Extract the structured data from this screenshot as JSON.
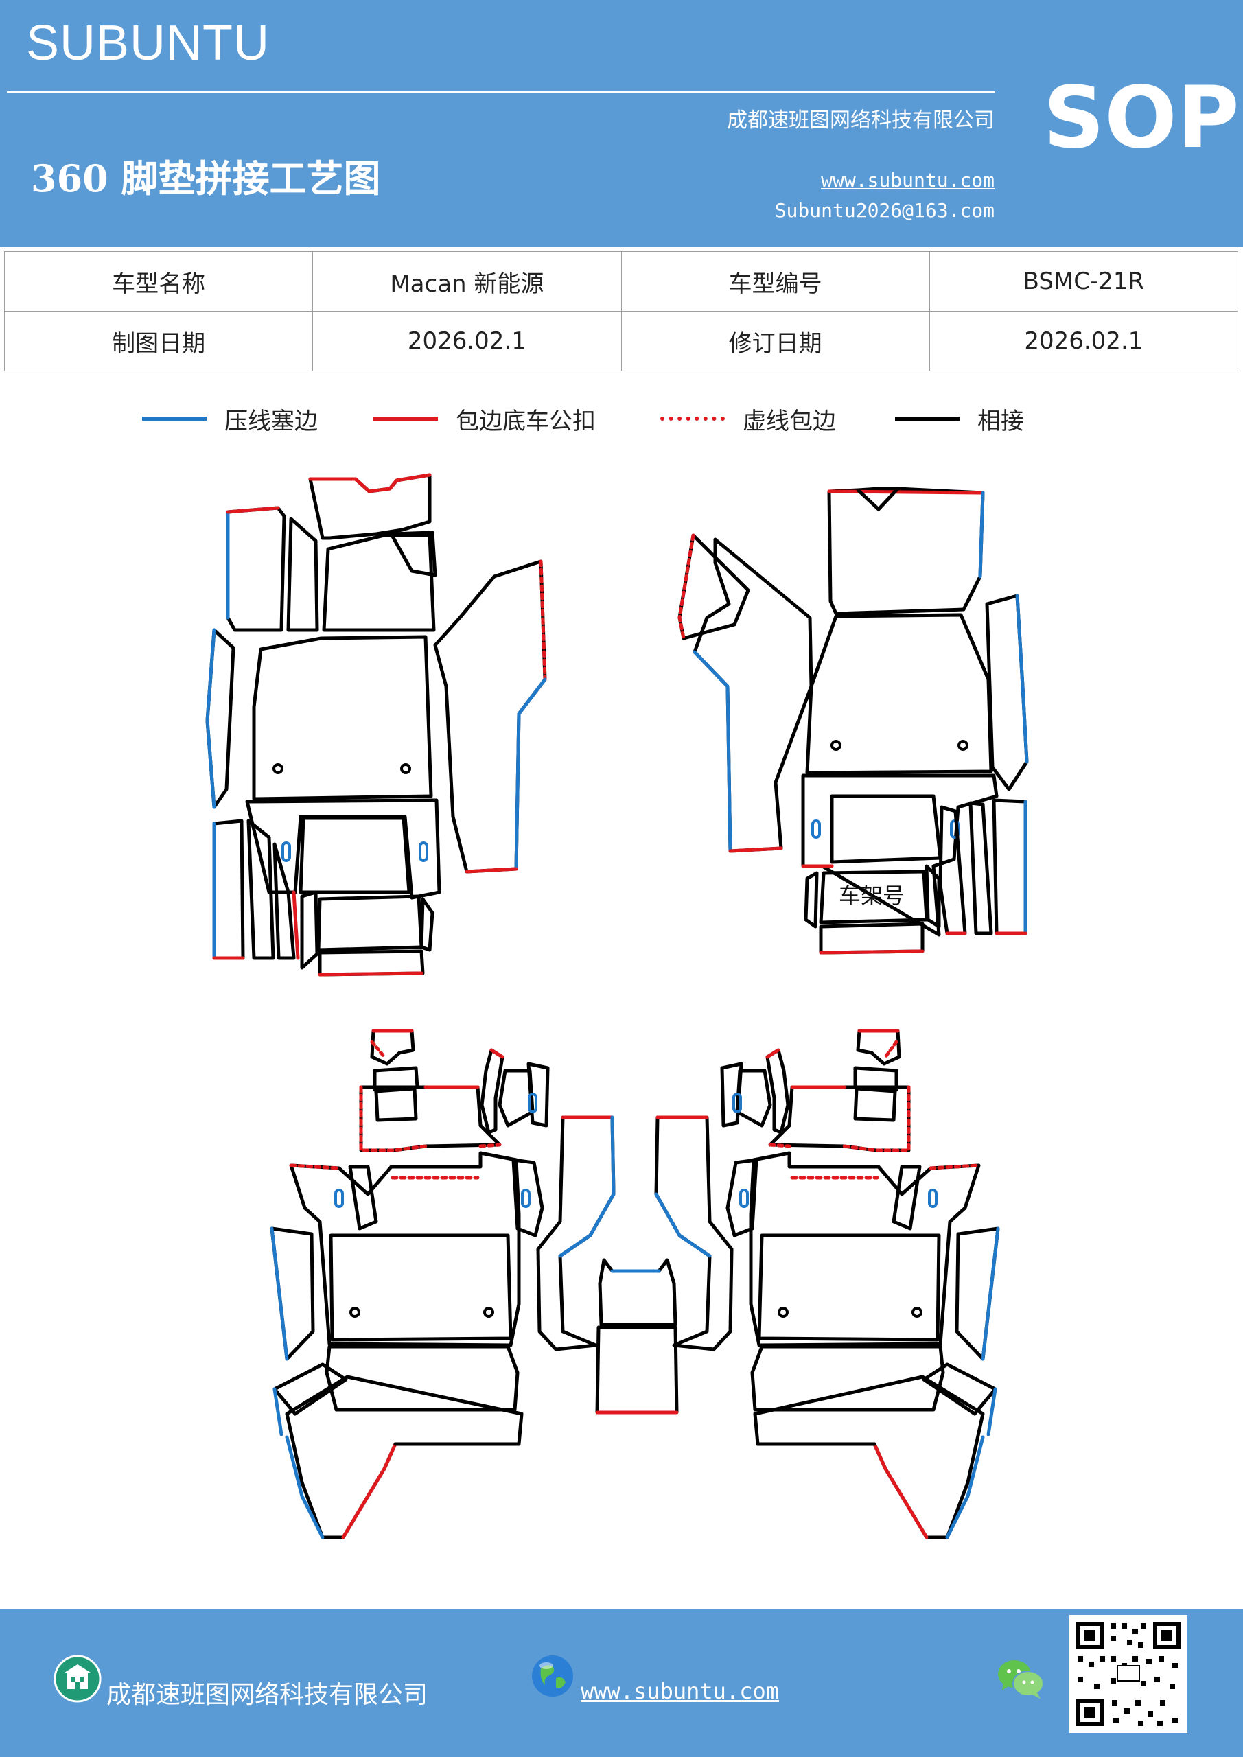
{
  "header": {
    "brand": "SUBUNTU",
    "company": "成都速班图网络科技有限公司",
    "title": "360 脚垫拼接工艺图",
    "website": "www.subuntu.com",
    "email": "Subuntu2026@163.com",
    "badge": "SOP"
  },
  "info_table": {
    "rows": [
      [
        "车型名称",
        "Macan 新能源",
        "车型编号",
        "BSMC-21R"
      ],
      [
        "制图日期",
        "2026.02.1",
        "修订日期",
        "2026.02.1"
      ]
    ]
  },
  "legend": [
    {
      "label": "压线塞边",
      "color": "#1f78c8",
      "style": "solid"
    },
    {
      "label": "包边底车公扣",
      "color": "#e0191e",
      "style": "solid"
    },
    {
      "label": "虚线包边",
      "color": "#e0191e",
      "style": "dotted"
    },
    {
      "label": "相接",
      "color": "#000000",
      "style": "solid"
    }
  ],
  "drawing": {
    "vin_label": "车架号"
  },
  "footer": {
    "company": "成都速班图网络科技有限公司",
    "website": "www.subuntu.com"
  },
  "colors": {
    "header_bg": "#5b9bd5",
    "blue_line": "#1f78c8",
    "red_line": "#e0191e",
    "black_line": "#000000"
  },
  "icons": [
    "building-icon",
    "globe-icon",
    "wechat-icon",
    "qr-code-icon"
  ]
}
